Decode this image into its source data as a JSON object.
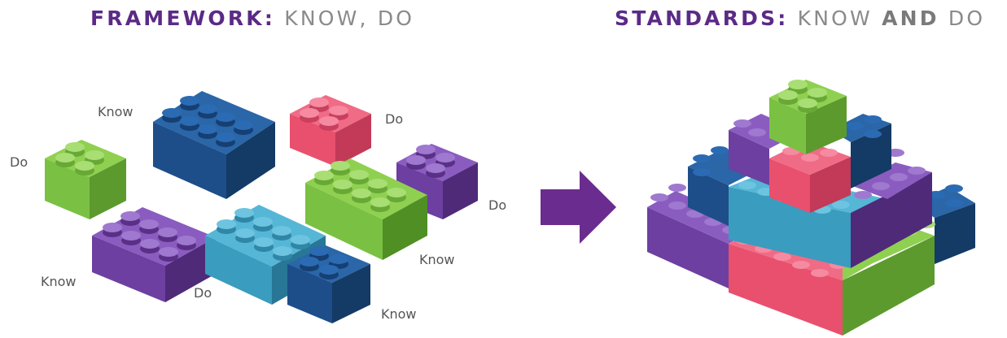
{
  "left_heading": {
    "strong": "FRAMEWORK:",
    "rest": "KNOW, DO"
  },
  "right_heading": {
    "strong": "STANDARDS:",
    "rest_1": "KNOW",
    "rest_2": "AND",
    "rest_3": "DO"
  },
  "labels": {
    "know_top": "Know",
    "do_left": "Do",
    "do_red": "Do",
    "do_right": "Do",
    "know_purple": "Know",
    "do_teal": "Do",
    "know_green": "Know",
    "know_blue": "Know"
  },
  "colors": {
    "heading_accent": "#5b2a86",
    "arrow": "#6a2c8e",
    "green": "#7ac143",
    "blue": "#1d4e89",
    "red": "#e8506e",
    "purple": "#6d3fa0",
    "teal": "#3a9cbf"
  }
}
